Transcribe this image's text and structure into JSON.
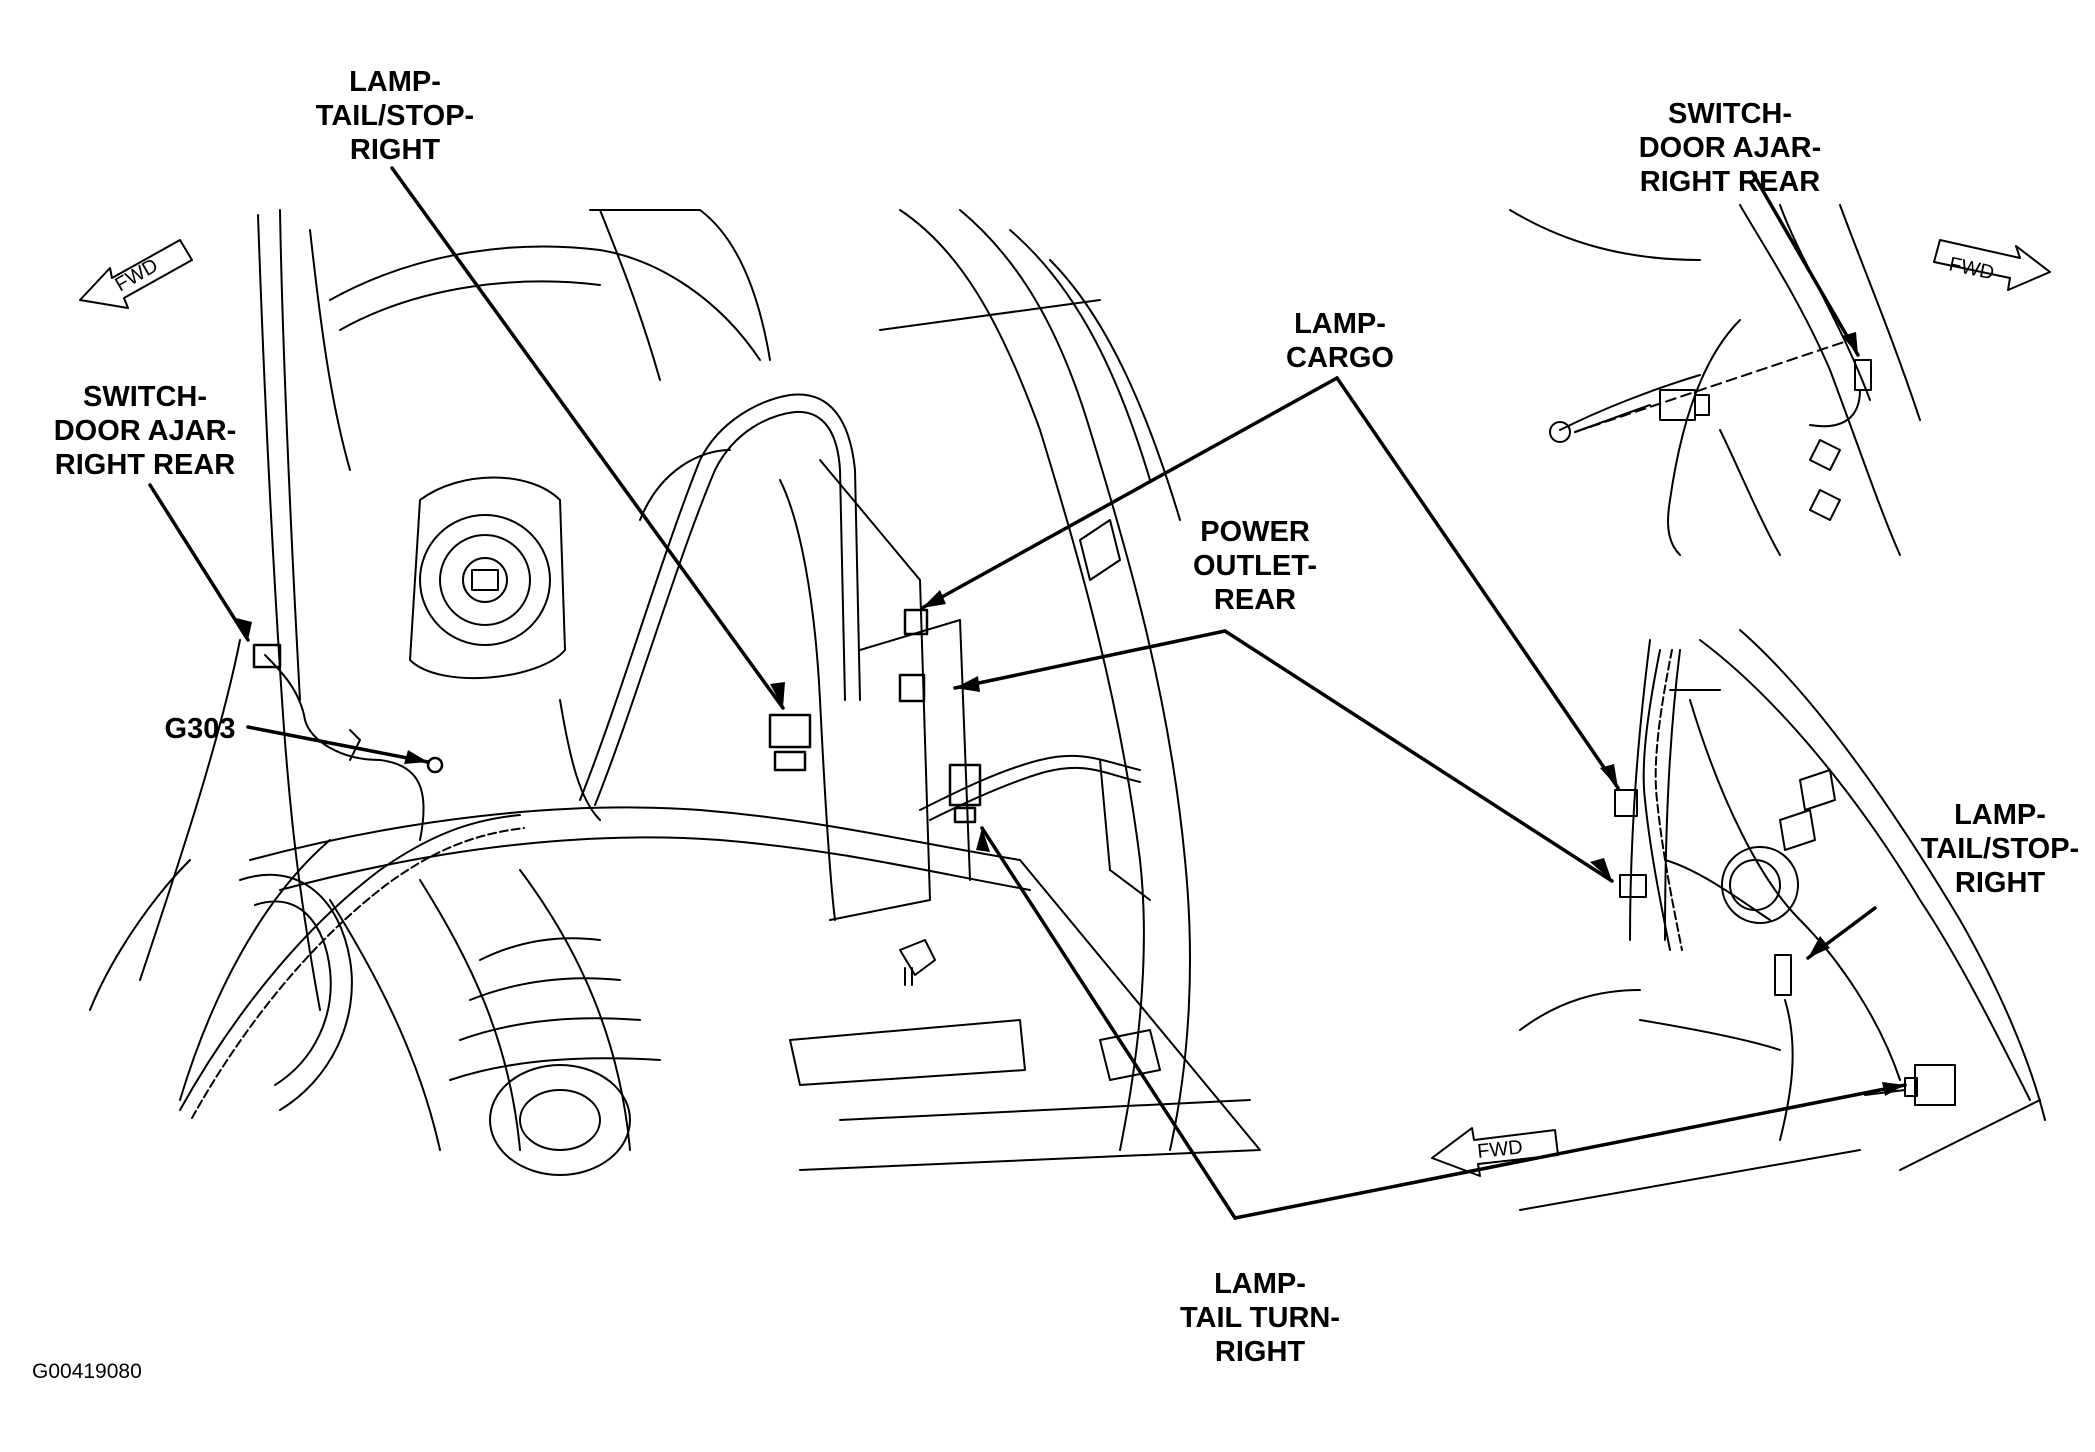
{
  "labels": {
    "lamp_tail_stop_right_main": [
      "LAMP-",
      "TAIL/STOP-",
      "RIGHT"
    ],
    "switch_door_ajar_main": [
      "SWITCH-",
      "DOOR AJAR-",
      "RIGHT REAR"
    ],
    "g303": "G303",
    "lamp_cargo": [
      "LAMP-",
      "CARGO"
    ],
    "power_outlet_rear": [
      "POWER",
      "OUTLET-",
      "REAR"
    ],
    "lamp_tail_turn_right": [
      "LAMP-",
      "TAIL TURN-",
      "RIGHT"
    ],
    "switch_door_ajar_inset": [
      "SWITCH-",
      "DOOR AJAR-",
      "RIGHT REAR"
    ],
    "lamp_tail_stop_right_inset": [
      "LAMP-",
      "TAIL/STOP-",
      "RIGHT"
    ]
  },
  "fwd_indicators": [
    "FWD",
    "FWD",
    "FWD"
  ],
  "figure_id": "G00419080",
  "colors": {
    "ink": "#000000",
    "paper": "#ffffff"
  }
}
